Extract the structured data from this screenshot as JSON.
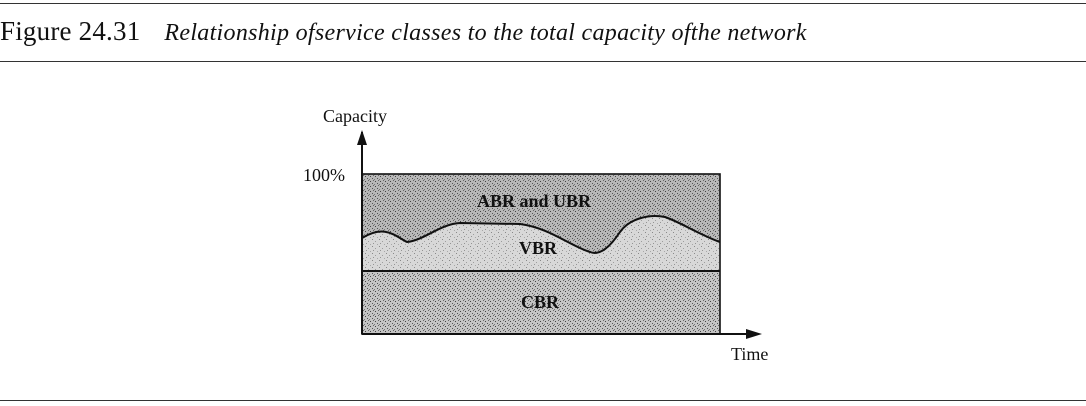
{
  "figure": {
    "label": "Figure 24.31",
    "title": "Relationship ofservice classes to the total capacity ofthe network"
  },
  "diagram": {
    "y_axis_label": "Capacity",
    "x_axis_label": "Time",
    "max_label": "100%",
    "regions": {
      "top": "ABR and UBR",
      "middle": "VBR",
      "bottom": "CBR"
    },
    "colors": {
      "line": "#111111",
      "abr_ubr_fill": "#b8b8b8",
      "vbr_fill": "#d8d8d8",
      "cbr_fill": "#c4c4c4"
    }
  }
}
